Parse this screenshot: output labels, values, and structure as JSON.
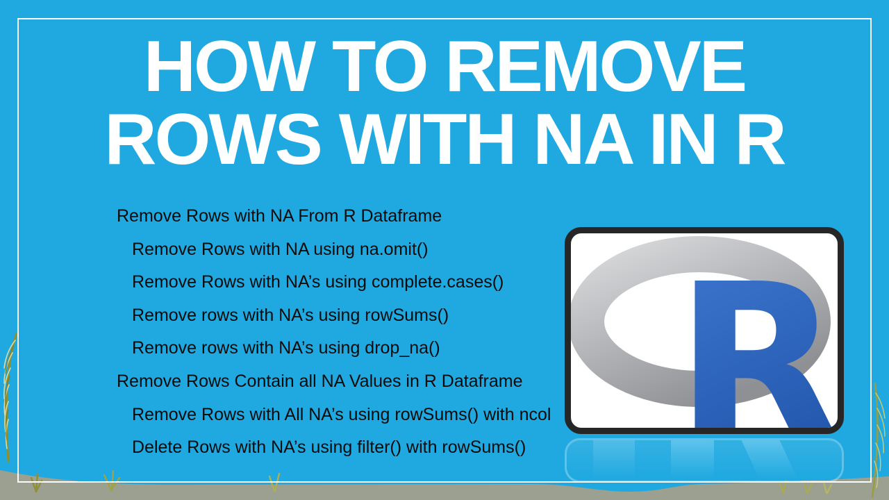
{
  "slide": {
    "title": {
      "line1": "HOW TO REMOVE",
      "line2": "ROWS WITH NA IN R"
    },
    "toc": [
      {
        "level": 1,
        "label": "Remove Rows with NA From R Dataframe"
      },
      {
        "level": 2,
        "label": "Remove Rows with NA using na.omit()"
      },
      {
        "level": 2,
        "label": "Remove Rows with NA’s using complete.cases()"
      },
      {
        "level": 2,
        "label": "Remove rows with NA’s using rowSums()"
      },
      {
        "level": 2,
        "label": "Remove rows with NA’s using drop_na()"
      },
      {
        "level": 1,
        "label": "Remove Rows Contain all NA Values in R Dataframe"
      },
      {
        "level": 2,
        "label": "Remove Rows with All NA’s using rowSums() with ncol"
      },
      {
        "level": 2,
        "label": "Delete Rows with NA’s using filter() with rowSums()"
      }
    ],
    "logo": {
      "letter": "R"
    },
    "colors": {
      "background": "#1FA9E0",
      "title_text": "#FFFFFF",
      "list_text": "#0B0B0B",
      "border": "#FFFFFF",
      "r_letter_blue": "#2C66C0",
      "ring_gray": "#AEB0B3",
      "logo_frame": "#262626",
      "ground_band": "#9CA091",
      "wheat": "#9FA247"
    }
  }
}
